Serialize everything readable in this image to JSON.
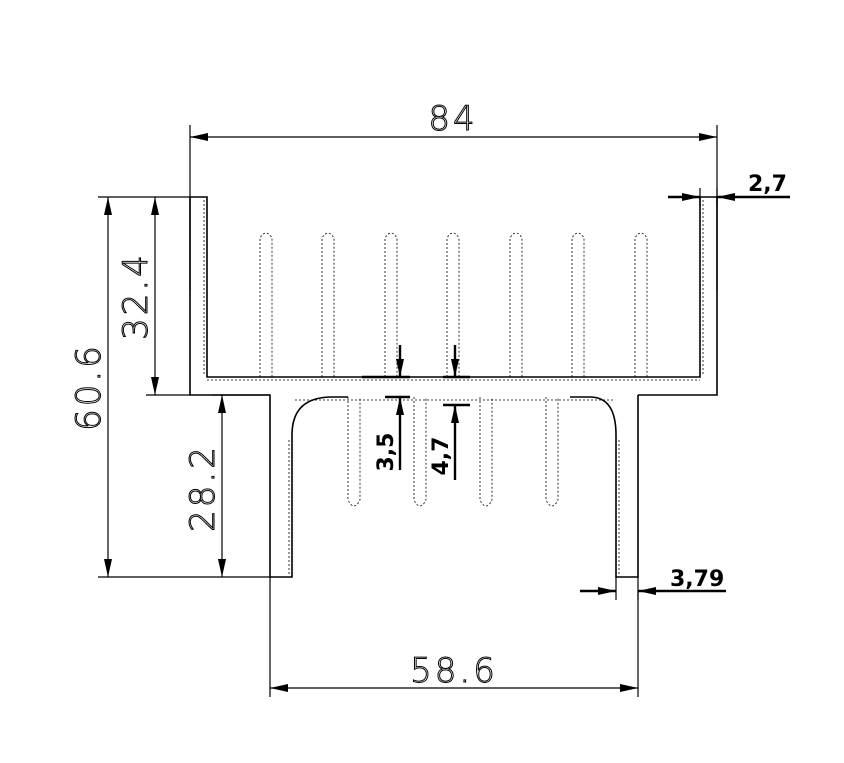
{
  "dimensions": {
    "total_width": "84",
    "total_height": "60.6",
    "upper_height": "32.4",
    "lower_height": "28.2",
    "lower_width": "58.6",
    "wall_thickness": "2,7",
    "lower_wall_thickness": "3,79",
    "upper_gap": "3,5",
    "lower_gap": "4,7"
  },
  "colors": {
    "line": "#000000",
    "background": "#ffffff"
  }
}
